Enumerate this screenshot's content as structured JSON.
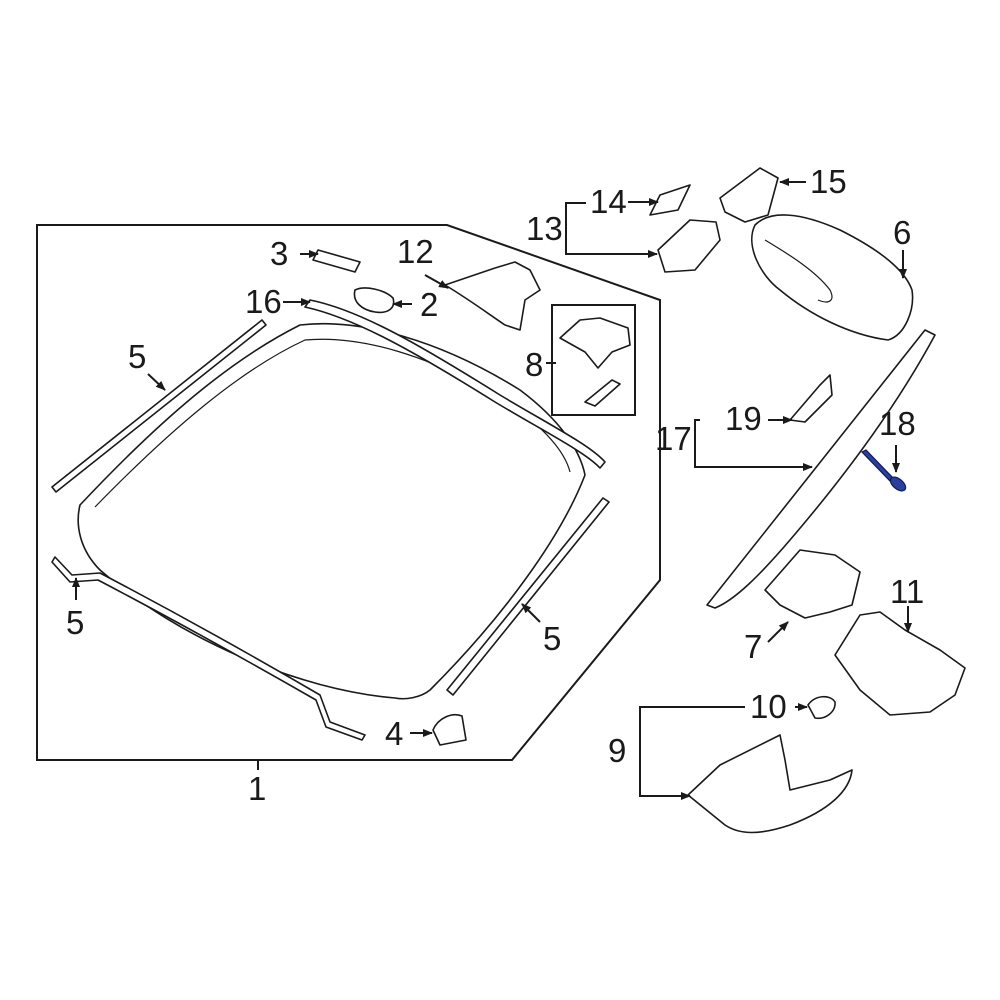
{
  "callouts": {
    "c1": "1",
    "c2": "2",
    "c3": "3",
    "c4": "4",
    "c5a": "5",
    "c5b": "5",
    "c5c": "5",
    "c6": "6",
    "c7": "7",
    "c8": "8",
    "c9": "9",
    "c10": "10",
    "c11": "11",
    "c12": "12",
    "c13": "13",
    "c14": "14",
    "c15": "15",
    "c16": "16",
    "c17": "17",
    "c18": "18",
    "c19": "19"
  },
  "highlight": {
    "part": "18",
    "color": "#2b3fa0"
  },
  "colors": {
    "line": "#1a1a1a",
    "background": "#ffffff"
  }
}
